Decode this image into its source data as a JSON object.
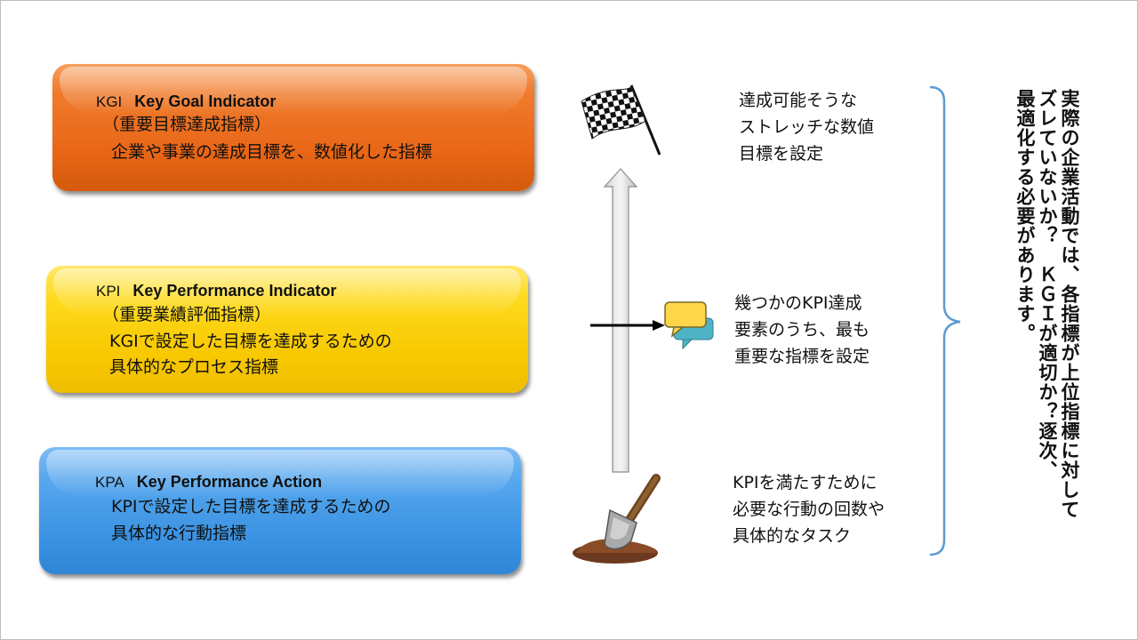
{
  "kgi": {
    "abbr": "KGI",
    "full": "Key Goal Indicator",
    "line1": "（重要目標達成指標）",
    "line2": "企業や事業の達成目標を、数値化した指標"
  },
  "kpi": {
    "abbr": "KPI",
    "full": "Key Performance Indicator",
    "line1": "（重要業績評価指標）",
    "line2": "KGIで設定した目標を達成するための",
    "line3": "具体的なプロセス指標"
  },
  "kpa": {
    "abbr": "KPA",
    "full": "Key Performance Action",
    "line1": "KPIで設定した目標を達成するための",
    "line2": "具体的な行動指標"
  },
  "side": {
    "kgi": [
      "達成可能そうな",
      "ストレッチな数値",
      "目標を設定"
    ],
    "kpi": [
      "幾つかのKPI達成",
      "要素のうち、最も",
      "重要な指標を設定"
    ],
    "kpa": [
      "KPIを満たすために",
      "必要な行動の回数や",
      "具体的なタスク"
    ]
  },
  "vertical_text": [
    "実際の企業活動では、各指標が上位指標に対して",
    "ズレていないか？　ＫＧＩが適切か？逐次、",
    "最適化する必要があります。"
  ],
  "icons": {
    "flag": "checkered-flag-icon",
    "speech": "speech-bubbles-icon",
    "shovel": "shovel-in-soil-icon"
  },
  "colors": {
    "kgi": "#e86616",
    "kpi": "#f8c800",
    "kpa": "#3b93e2",
    "bracket": "#5b9bd5"
  }
}
